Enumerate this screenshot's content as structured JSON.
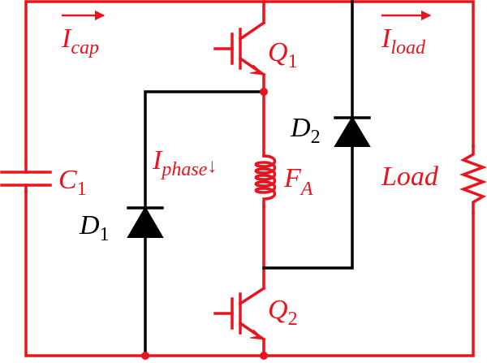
{
  "colors": {
    "power_path": "#e8141e",
    "diode_path": "#000000",
    "background": "#ffffff"
  },
  "labels": {
    "i_cap": {
      "main": "I",
      "sub": "cap"
    },
    "i_load": {
      "main": "I",
      "sub": "load"
    },
    "i_phase": {
      "main": "I",
      "sub": "phase",
      "arrow": "↓"
    },
    "q1": {
      "main": "Q",
      "sub": "1"
    },
    "q2": {
      "main": "Q",
      "sub": "2"
    },
    "d1": {
      "main": "D",
      "sub": "1"
    },
    "d2": {
      "main": "D",
      "sub": "2"
    },
    "c1": {
      "main": "C",
      "sub": "1"
    },
    "fa": {
      "main": "F",
      "sub": "A"
    },
    "load": {
      "main": "Load"
    }
  }
}
